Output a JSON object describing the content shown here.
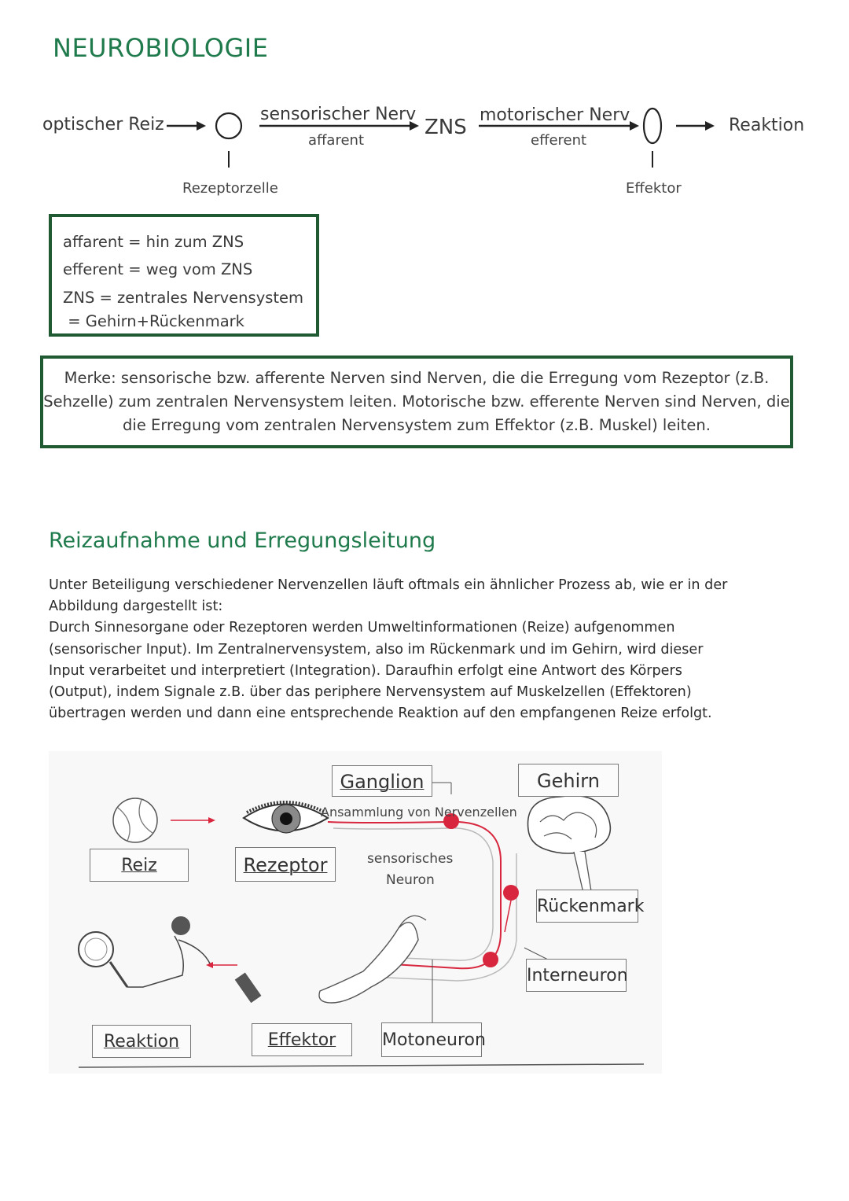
{
  "page": {
    "title": "NEUROBIOLOGIE"
  },
  "flow": {
    "stimulus": "optischer Reiz",
    "sensory_nerve": "sensorischer Nerv",
    "afferent_label": "affarent",
    "cns": "ZNS",
    "motor_nerve": "motorischer Nerv",
    "efferent_label": "efferent",
    "reaction": "Reaktion",
    "receptor_cell": "Rezeptorzelle",
    "effector": "Effektor"
  },
  "definitions": {
    "lines": [
      "affarent = hin zum ZNS",
      "efferent = weg vom ZNS",
      "ZNS = zentrales Nervensystem",
      " = Gehirn+Rückenmark"
    ]
  },
  "merke": {
    "lines": [
      "Merke: sensorische bzw. afferente Nerven sind Nerven, die die Erregung vom Rezeptor (z.B.",
      "Sehzelle) zum zentralen Nervensystem leiten. Motorische bzw. efferente Nerven sind Nerven, die",
      "die Erregung vom zentralen Nervensystem zum Effektor (z.B. Muskel) leiten."
    ]
  },
  "section": {
    "heading": "Reizaufnahme und Erregungsleitung",
    "paragraph_lines": [
      "Unter Beteiligung verschiedener Nervenzellen läuft oftmals ein ähnlicher Prozess ab, wie er in der",
      "Abbildung dargestellt ist:",
      "Durch Sinnesorgane oder Rezeptoren werden Umweltinformationen (Reize) aufgenommen",
      "(sensorischer Input). Im Zentralnervensystem, also im Rückenmark und im Gehirn, wird dieser",
      "Input verarbeitet und interpretiert (Integration). Daraufhin erfolgt eine Antwort des Körpers",
      "(Output), indem Signale z.B. über das periphere Nervensystem auf Muskelzellen (Effektoren)",
      "übertragen werden und dann eine entsprechende Reaktion auf den empfangenen Reize erfolgt."
    ]
  },
  "figure": {
    "ganglion": "Ganglion",
    "ganglion_note": "Ansammlung von Nervenzellen",
    "gehirn": "Gehirn",
    "reiz": "Reiz",
    "rezeptor": "Rezeptor",
    "sensorisches_neuron_1": "sensorisches",
    "sensorisches_neuron_2": "Neuron",
    "rueckenmark": "Rückenmark",
    "interneuron": "Interneuron",
    "reaktion": "Reaktion",
    "effektor": "Effektor",
    "motoneuron": "Motoneuron",
    "accent_color": "#d7263d"
  }
}
